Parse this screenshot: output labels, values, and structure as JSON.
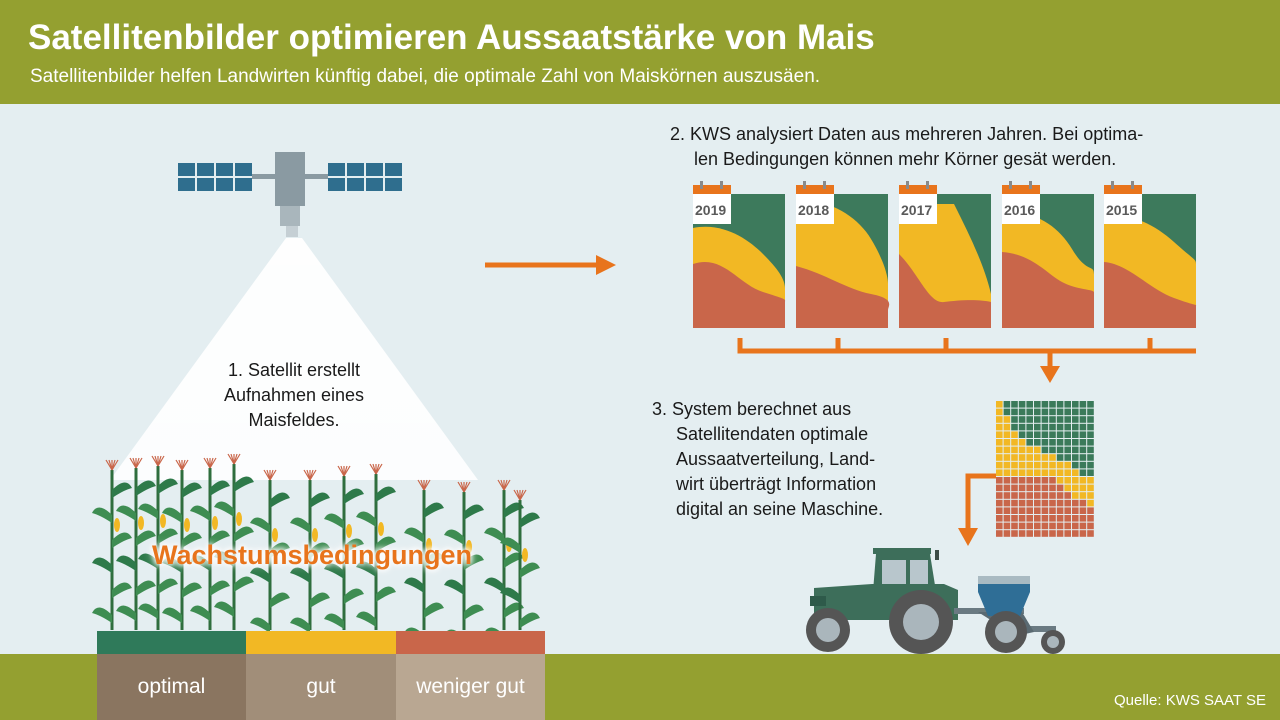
{
  "title": "Satellitenbilder optimieren Aussaatstärke von Mais",
  "subtitle": "Satellitenbilder helfen Landwirten künftig dabei, die optimale Zahl von Maiskörnen auszusäen.",
  "step1": [
    "1. Satellit erstellt",
    "Aufnahmen eines",
    "Maisfeldes."
  ],
  "step2": [
    "2. KWS analysiert Daten aus mehreren Jahren. Bei optima-",
    "len Bedingungen können mehr Körner gesät werden."
  ],
  "step3": [
    "3. System berechnet aus",
    "Satellitendaten optimale",
    "Aussaatverteilung, Land-",
    "wirt überträgt Information",
    "digital an seine Maschine."
  ],
  "growth_label": "Wachstumsbedingungen",
  "legend": [
    {
      "label": "optimal",
      "color": "#2f7a5a",
      "bg": "#8a7560"
    },
    {
      "label": "gut",
      "color": "#f2b824",
      "bg": "#a18e79"
    },
    {
      "label": "weniger gut",
      "color": "#c9664a",
      "bg": "#b9a792"
    }
  ],
  "years": [
    "2019",
    "2018",
    "2017",
    "2016",
    "2015"
  ],
  "source": "Quelle: KWS SAAT SE",
  "colors": {
    "header": "#94a030",
    "background": "#e4eef1",
    "arrow": "#e8741c",
    "green": "#3a7a5a",
    "yellow": "#f2b824",
    "red": "#c9664a"
  }
}
